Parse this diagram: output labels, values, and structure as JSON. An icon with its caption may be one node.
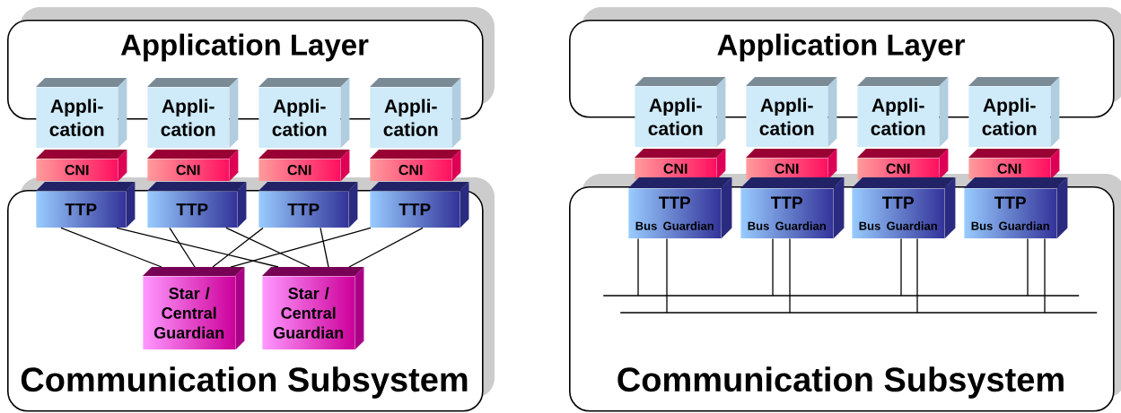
{
  "diagram": {
    "nodes": [
      {
        "text": [
          "Application Layer"
        ]
      },
      {
        "text": [
          "Appli- cation"
        ]
      },
      {
        "text": [
          "Appli- cation"
        ]
      },
      {
        "text": [
          "Appli- cation"
        ]
      },
      {
        "text": [
          "Appli- cation"
        ]
      },
      {
        "text": [
          "CNI"
        ]
      },
      {
        "text": [
          "CNI"
        ]
      },
      {
        "text": [
          "CNI"
        ]
      },
      {
        "text": [
          "CNI"
        ]
      },
      {
        "text": [
          "Communication Subsystem"
        ]
      },
      {
        "text": [
          "TTP"
        ]
      },
      {
        "text": [
          "TTP"
        ]
      },
      {
        "text": [
          "TTP"
        ]
      },
      {
        "text": [
          "TTP"
        ]
      },
      {
        "text": [
          "Star / Central Guardian"
        ],
        "in": 9
      },
      {
        "text": [
          "Star / Central Guardian"
        ],
        "in": 9
      },
      {
        "text": [
          "Application Layer"
        ]
      },
      {
        "text": [
          "Appli- cation"
        ]
      },
      {
        "text": [
          "Appli- cation"
        ]
      },
      {
        "text": [
          "Appli- cation"
        ]
      },
      {
        "text": [
          "Appli- cation"
        ]
      },
      {
        "text": [
          "CNI"
        ]
      },
      {
        "text": [
          "CNI"
        ]
      },
      {
        "text": [
          "CNI"
        ]
      },
      {
        "text": [
          "CNI"
        ]
      },
      {
        "text": [
          "Communication Subsystem"
        ]
      },
      {
        "text": [
          "TTP",
          "Bus Guardian"
        ]
      },
      {
        "text": [
          "TTP",
          "Bus Guardian"
        ]
      },
      {
        "text": [
          "TTP",
          "Bus Guardian"
        ]
      },
      {
        "text": [
          "TTP",
          "Bus Guardian"
        ]
      },
      {
        "text": [],
        "shape": "bar",
        "in": 25
      },
      {
        "text": [],
        "shape": "bar",
        "in": 25
      }
    ],
    "edges": [
      {
        "from": 10,
        "to": 14,
        "arrow": "none"
      },
      {
        "from": 10,
        "to": 15,
        "arrow": "none"
      },
      {
        "from": 11,
        "to": 14,
        "arrow": "none"
      },
      {
        "from": 11,
        "to": 15,
        "arrow": "none"
      },
      {
        "from": 12,
        "to": 14,
        "arrow": "none"
      },
      {
        "from": 12,
        "to": 15,
        "arrow": "none"
      },
      {
        "from": 13,
        "to": 14,
        "arrow": "none"
      },
      {
        "from": 13,
        "to": 15,
        "arrow": "none"
      },
      {
        "from": 26,
        "to": 30,
        "arrow": "none"
      },
      {
        "from": 26,
        "to": 31,
        "arrow": "none"
      },
      {
        "from": 27,
        "to": 30,
        "arrow": "none"
      },
      {
        "from": 27,
        "to": 31,
        "arrow": "none"
      },
      {
        "from": 28,
        "to": 30,
        "arrow": "none"
      },
      {
        "from": 28,
        "to": 31,
        "arrow": "none"
      },
      {
        "from": 29,
        "to": 30,
        "arrow": "none"
      },
      {
        "from": 29,
        "to": 31,
        "arrow": "none"
      }
    ]
  }
}
